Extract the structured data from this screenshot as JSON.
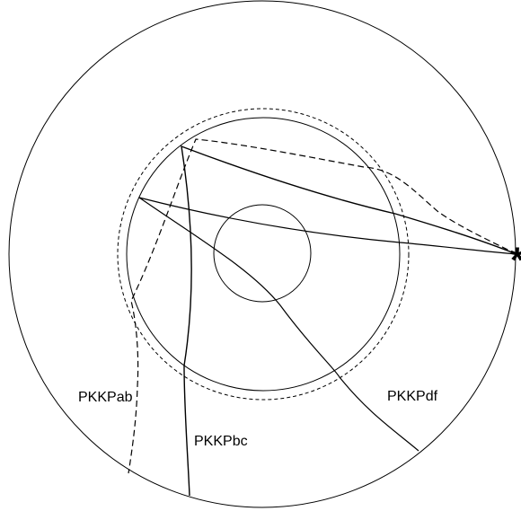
{
  "labels": {
    "ab": "PKKPab",
    "bc": "PKKPbc",
    "df": "PKKPdf",
    "source": "*"
  },
  "colors": {
    "line": "#000000",
    "background": "#ffffff"
  }
}
